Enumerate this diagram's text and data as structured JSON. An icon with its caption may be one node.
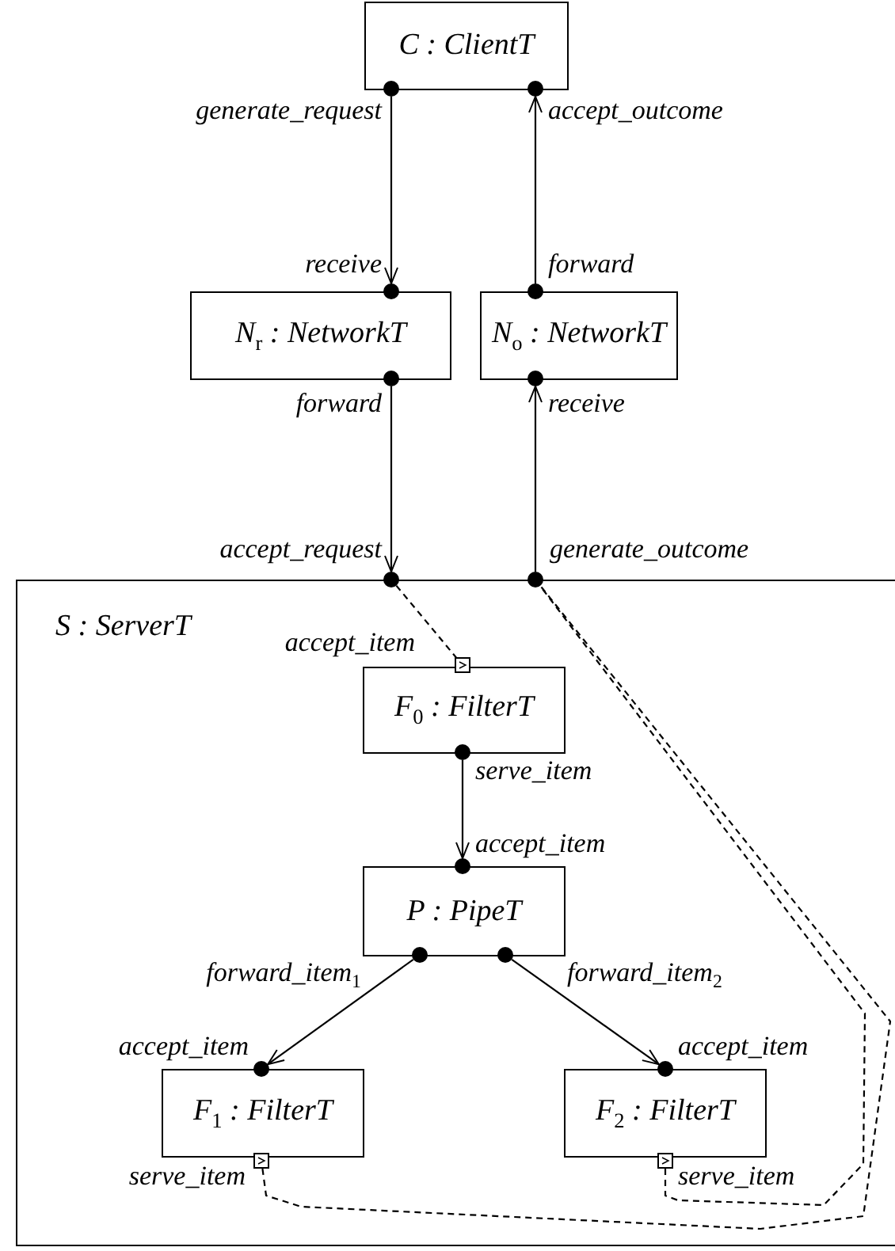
{
  "diagram": {
    "nodes": [
      {
        "text": [
          "C : ClientT"
        ]
      },
      {
        "text": [],
        "shape": "circle",
        "beside": [
          "generate_request"
        ]
      },
      {
        "text": [],
        "shape": "circle",
        "beside": [
          "accept_outcome"
        ]
      },
      {
        "text": [
          "N$_{r}$ : NetworkT"
        ]
      },
      {
        "text": [],
        "shape": "circle",
        "beside": [
          "receive"
        ]
      },
      {
        "text": [],
        "shape": "circle",
        "beside": [
          "forward"
        ]
      },
      {
        "text": [
          "N$_{o}$ : NetworkT"
        ]
      },
      {
        "text": [],
        "shape": "circle",
        "beside": [
          "forward"
        ]
      },
      {
        "text": [],
        "shape": "circle",
        "beside": [
          "receive"
        ]
      },
      {
        "text": [
          "S : ServerT"
        ]
      },
      {
        "text": [],
        "shape": "circle",
        "beside": [
          "accept_request"
        ]
      },
      {
        "text": [],
        "shape": "circle",
        "beside": [
          "generate_outcome"
        ]
      },
      {
        "text": [
          "F$_{0}$ : FilterT"
        ],
        "in": 9
      },
      {
        "text": [],
        "shape": "box",
        "in": 9
      },
      {
        "text": [],
        "shape": "circle",
        "beside": [
          "serve_item"
        ],
        "in": 9
      },
      {
        "text": [
          "P : PipeT"
        ],
        "in": 9
      },
      {
        "text": [],
        "shape": "circle",
        "beside": [
          "accept_item"
        ],
        "in": 9
      },
      {
        "text": [],
        "shape": "circle",
        "in": 9
      },
      {
        "text": [],
        "shape": "circle",
        "in": 9
      },
      {
        "text": [
          "F$_{1}$ : FilterT"
        ],
        "in": 9
      },
      {
        "text": [],
        "shape": "circle",
        "beside": [
          "accept_item"
        ],
        "in": 9
      },
      {
        "text": [],
        "shape": "box",
        "beside": [
          "serve_item"
        ],
        "in": 9
      },
      {
        "text": [
          "F$_{2}$ : FilterT"
        ],
        "in": 9
      },
      {
        "text": [],
        "shape": "circle",
        "beside": [
          "accept_item"
        ],
        "in": 9
      },
      {
        "text": [],
        "shape": "box",
        "beside": [
          "serve_item"
        ],
        "in": 9
      }
    ],
    "edges": [
      {
        "from": 1,
        "to": 4,
        "arrow": "to"
      },
      {
        "from": 7,
        "to": 2,
        "arrow": "to"
      },
      {
        "from": 5,
        "to": 10,
        "arrow": "to"
      },
      {
        "from": 11,
        "to": 8,
        "arrow": "to"
      },
      {
        "from": 10,
        "to": 13,
        "arrow": "none",
        "style": "dashed"
      },
      {
        "from": 14,
        "to": 16,
        "arrow": "to"
      },
      {
        "from": 17,
        "to": 20,
        "arrow": "to"
      },
      {
        "from": 18,
        "to": 23,
        "arrow": "to"
      },
      {
        "from": 21,
        "to": 11,
        "arrow": "none",
        "style": "dashed"
      },
      {
        "from": 24,
        "to": 11,
        "arrow": "none",
        "style": "dashed"
      }
    ],
    "labels": [
      "accept_item",
      "forward_item$_{1}$",
      "forward_item$_{2}$"
    ]
  }
}
